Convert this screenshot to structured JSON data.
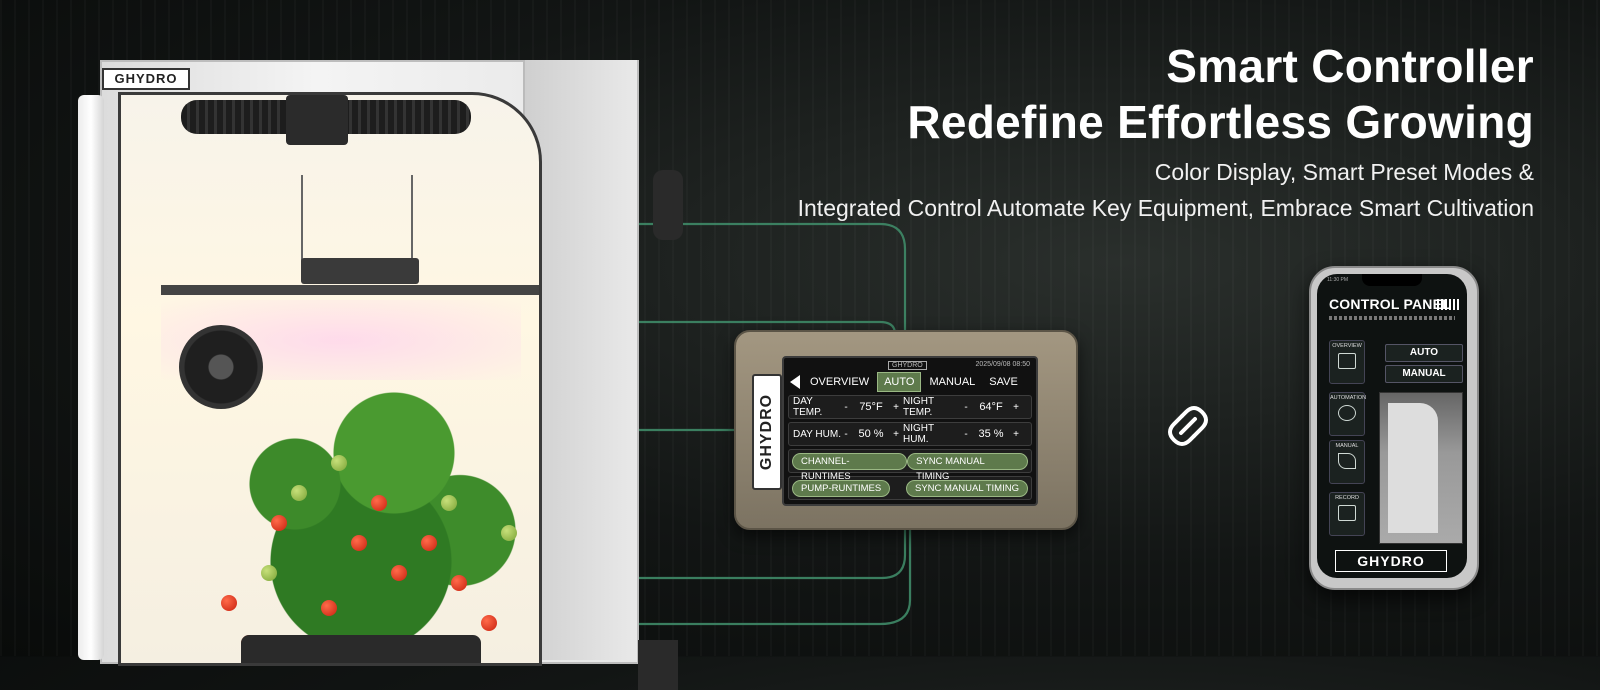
{
  "headline": {
    "line1": "Smart Controller",
    "line2": "Redefine Effortless Growing",
    "sub1": "Color Display, Smart Preset Modes &",
    "sub2": "Integrated Control Automate Key Equipment, Embrace Smart Cultivation"
  },
  "tent": {
    "brand": "GHYDRO"
  },
  "controller": {
    "brand": "GHYDRO",
    "screen_brand": "GHYDRO",
    "datetime": "2025/09/08 08:50",
    "tabs": [
      {
        "label": "OVERVIEW",
        "active": false
      },
      {
        "label": "AUTO",
        "active": true
      },
      {
        "label": "MANUAL",
        "active": false
      },
      {
        "label": "SAVE",
        "active": false
      }
    ],
    "rows": [
      {
        "label1": "DAY TEMP.",
        "value1": "75°F",
        "label2": "NIGHT TEMP.",
        "value2": "64°F"
      },
      {
        "label1": "DAY HUM.",
        "value1": "50 %",
        "label2": "NIGHT HUM.",
        "value2": "35 %"
      }
    ],
    "minus": "-",
    "plus": "+",
    "pill_rows": [
      {
        "left": "CHANNEL-RUNTIMES",
        "right": "SYNC MANUAL TIMING"
      },
      {
        "left": "PUMP-RUNTIMES",
        "right": "SYNC MANUAL TIMING"
      }
    ]
  },
  "phone": {
    "status_time": "11:30 PM",
    "title": "CONTROL PANEL",
    "side": [
      {
        "label": "OVERVIEW",
        "icon": "home-icon"
      },
      {
        "label": "AUTOMATION",
        "icon": "gear-icon"
      },
      {
        "label": "MANUAL",
        "icon": "wrench-icon"
      },
      {
        "label": "RECORD",
        "icon": "document-icon"
      }
    ],
    "modes": [
      "AUTO",
      "MANUAL"
    ],
    "brand": "GHYDRO"
  },
  "colors": {
    "accent_green": "#5e7a4c",
    "line_green": "#3f8a68",
    "controller_body": "#8e8471"
  },
  "icons": {
    "link": "link-broken-icon"
  }
}
